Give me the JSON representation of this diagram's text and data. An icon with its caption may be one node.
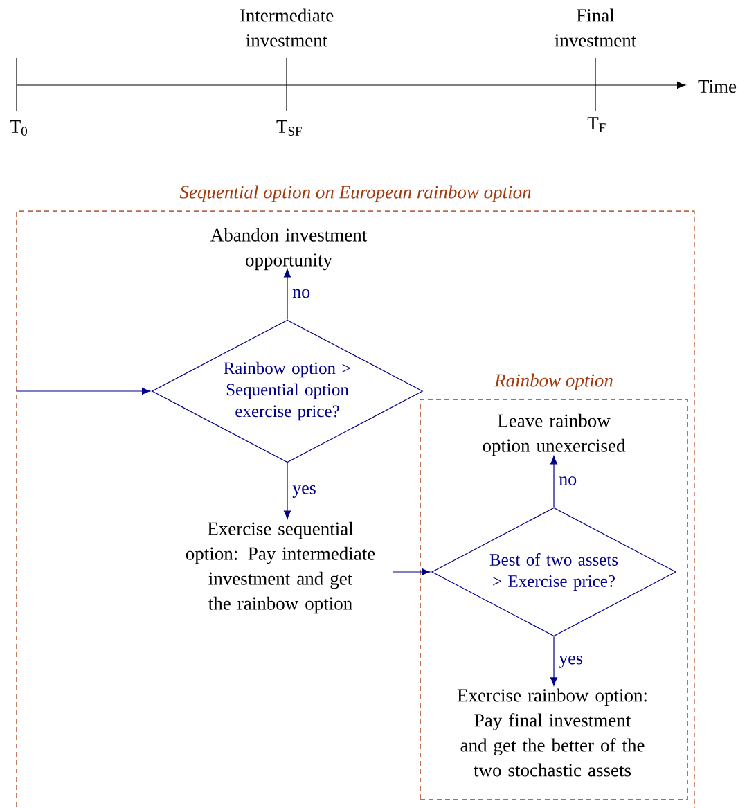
{
  "diagram": {
    "nodes": [
      {
        "text": [
          "Sequential option on European rainbow option"
        ]
      },
      {
        "text": [
          "Abandon investment opportunity"
        ],
        "in": 0
      },
      {
        "text": [
          "Rainbow option > Sequential option exercise price?"
        ],
        "in": 0
      },
      {
        "text": [
          "Exercise sequential option: Pay intermediate investment and get the rainbow option"
        ],
        "in": 0
      },
      {
        "text": [
          "Rainbow option"
        ],
        "in": 0
      },
      {
        "text": [
          "Leave rainbow option unexercised"
        ],
        "in": 4
      },
      {
        "text": [
          "Best of two assets > Exercise price?"
        ],
        "in": 4
      },
      {
        "text": [
          "Exercise rainbow option: Pay final investment and get the better of the two stochastic assets"
        ],
        "in": 4
      }
    ],
    "edges": [
      {
        "from": 0,
        "to": 2,
        "arrow": "to"
      },
      {
        "from": 2,
        "to": 1,
        "arrow": "to",
        "label": "no"
      },
      {
        "from": 2,
        "to": 3,
        "arrow": "to",
        "label": "yes"
      },
      {
        "from": 3,
        "to": 6,
        "arrow": "to"
      },
      {
        "from": 6,
        "to": 5,
        "arrow": "to",
        "label": "no"
      },
      {
        "from": 6,
        "to": 7,
        "arrow": "to",
        "label": "yes"
      }
    ],
    "labels": [
      "Intermediate investment",
      "Final investment",
      "Time",
      "T$_{0}$",
      "T$_{SF}$",
      "T$_{F}$"
    ]
  }
}
